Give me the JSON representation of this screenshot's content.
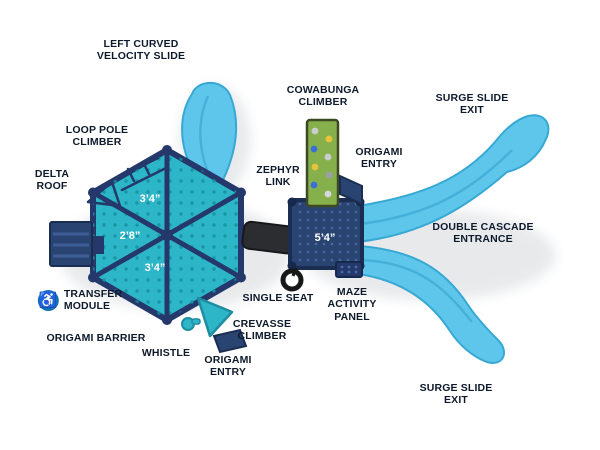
{
  "labels": {
    "left_curved_velocity_slide": "LEFT CURVED\nVELOCITY SLIDE",
    "cowabunga_climber": "COWABUNGA\nCLIMBER",
    "surge_slide_exit_top": "SURGE SLIDE\nEXIT",
    "loop_pole_climber": "LOOP POLE\nCLIMBER",
    "delta_roof": "DELTA\nROOF",
    "zephyr_link": "ZEPHYR\nLINK",
    "origami_entry_top": "ORIGAMI\nENTRY",
    "double_cascade_entrance": "DOUBLE CASCADE\nENTRANCE",
    "transfer_module": "TRANSFER\nMODULE",
    "origami_barrier": "ORIGAMI BARRIER",
    "whistle": "WHISTLE",
    "single_seat": "SINGLE SEAT",
    "crevasse_climber": "CREVASSE\nCLIMBER",
    "origami_entry_bottom": "ORIGAMI\nENTRY",
    "maze_activity_panel": "MAZE\nACTIVITY\nPANEL",
    "surge_slide_exit_bottom": "SURGE SLIDE\nEXIT"
  },
  "measurements": {
    "hex_deck_top": "3’4”",
    "hex_deck_left": "2’8”",
    "hex_deck_bottom": "3’4”",
    "square_deck": "5’4”"
  },
  "icons": {
    "transfer_accessibility": "♿"
  },
  "colors": {
    "deck_teal": "#2db5c8",
    "deck_navy": "#2a4472",
    "slide_blue": "#5ec6ea",
    "climber_green": "#86b04c",
    "label_text": "#0e1a2b",
    "accessibility_blue": "#1173bc"
  }
}
